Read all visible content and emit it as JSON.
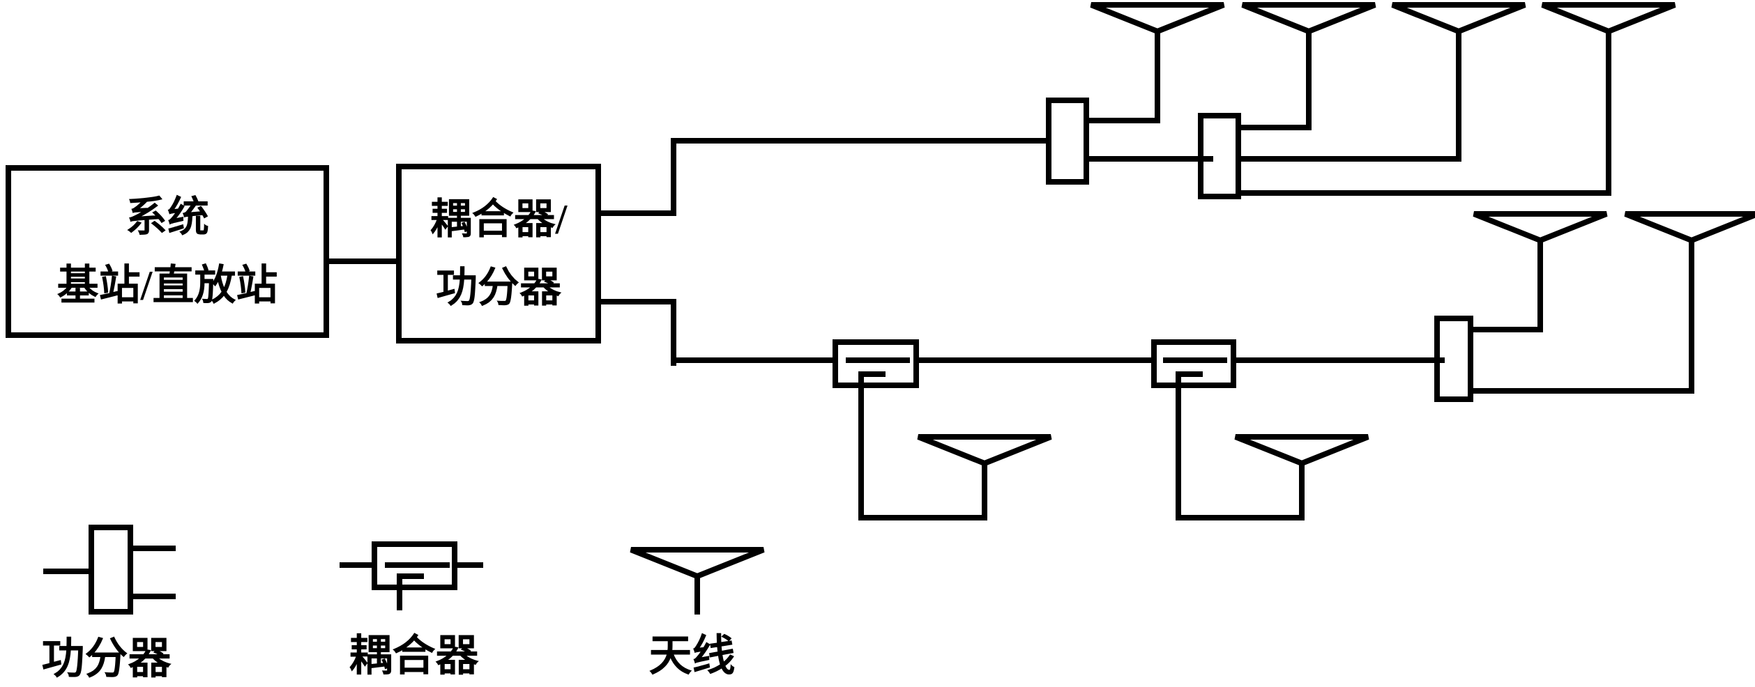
{
  "page": {
    "background_color": "#ffffff",
    "ink_color": "#000000"
  },
  "boxes": {
    "system": {
      "line1": "系统",
      "line2": "基站/直放站"
    },
    "coupler_divider": {
      "line1": "耦合器/",
      "line2": "功分器"
    }
  },
  "legend": {
    "power_divider_label": "功分器",
    "coupler_label": "耦合器",
    "antenna_label": "天线"
  }
}
